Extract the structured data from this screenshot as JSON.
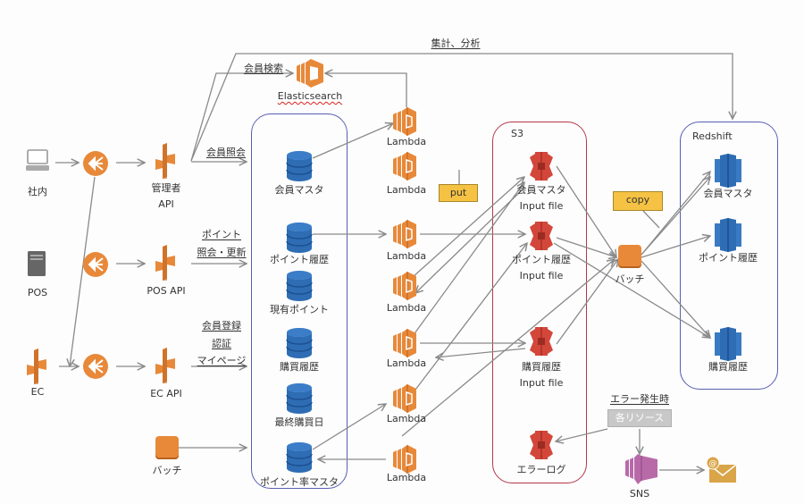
{
  "diagram": {
    "edge_labels": {
      "aggregate": "集計、分析",
      "member_search": "会員検索",
      "member_lookup": "会員照会",
      "point_1": "ポイント",
      "point_2": "照会・更新",
      "ec_1": "会員登録",
      "ec_2": "認証",
      "ec_3": "マイページ",
      "error_time": "エラー発生時"
    },
    "clients": {
      "internal": "社内",
      "pos": "POS",
      "ec": "EC"
    },
    "apis": {
      "admin_1": "管理者",
      "admin_2": "API",
      "pos": "POS API",
      "ec": "EC API"
    },
    "batch_left": "バッチ",
    "elasticsearch": "Elasticsearch",
    "dynamodb_tables": [
      "会員マスタ",
      "ポイント履歴",
      "現有ポイント",
      "購買履歴",
      "最終購買日",
      "ポイント率マスタ"
    ],
    "lambdas": [
      "Lambda",
      "Lambda",
      "Lambda",
      "Lambda",
      "Lambda",
      "Lambda",
      "Lambda"
    ],
    "tags": {
      "put": "put",
      "copy": "copy",
      "resources": "各リソース"
    },
    "s3": {
      "title": "S3",
      "items": [
        {
          "name": "会員マスタ",
          "sub": "Input file"
        },
        {
          "name": "ポイント履歴",
          "sub": "Input file"
        },
        {
          "name": "購買履歴",
          "sub": "Input file"
        },
        {
          "name": "エラーログ",
          "sub": ""
        }
      ]
    },
    "batch_center": "バッチ",
    "redshift": {
      "title": "Redshift",
      "tables": [
        "会員マスタ",
        "ポイント履歴",
        "購買履歴"
      ]
    },
    "sns": "SNS",
    "colors": {
      "aws_orange": "#e8893a",
      "dynamodb_blue": "#2e6db4",
      "s3_red": "#d3473a",
      "redshift_blue": "#3a7ac2",
      "sns_purple": "#b86aa8",
      "email_gold": "#d9a548",
      "group_blue": "#5a5fb0",
      "group_red": "#b5384a",
      "tag_yellow": "#f5c243",
      "arrow_grey": "#8a8a8a"
    }
  }
}
